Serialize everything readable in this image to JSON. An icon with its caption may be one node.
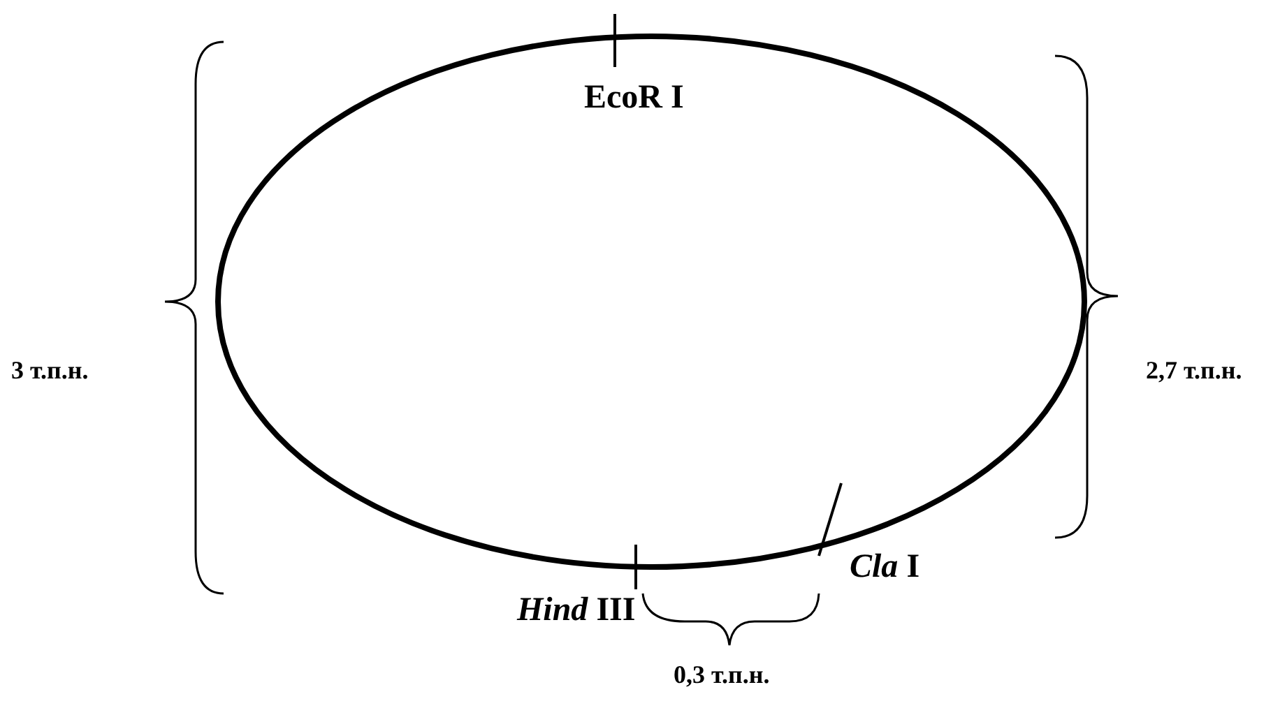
{
  "diagram": {
    "labels": [
      "EcoR I",
      "3 т.п.н.",
      "2,7 т.п.н.",
      "*Hind* III",
      "*Cla* I",
      "0,3 т.п.н."
    ]
  }
}
